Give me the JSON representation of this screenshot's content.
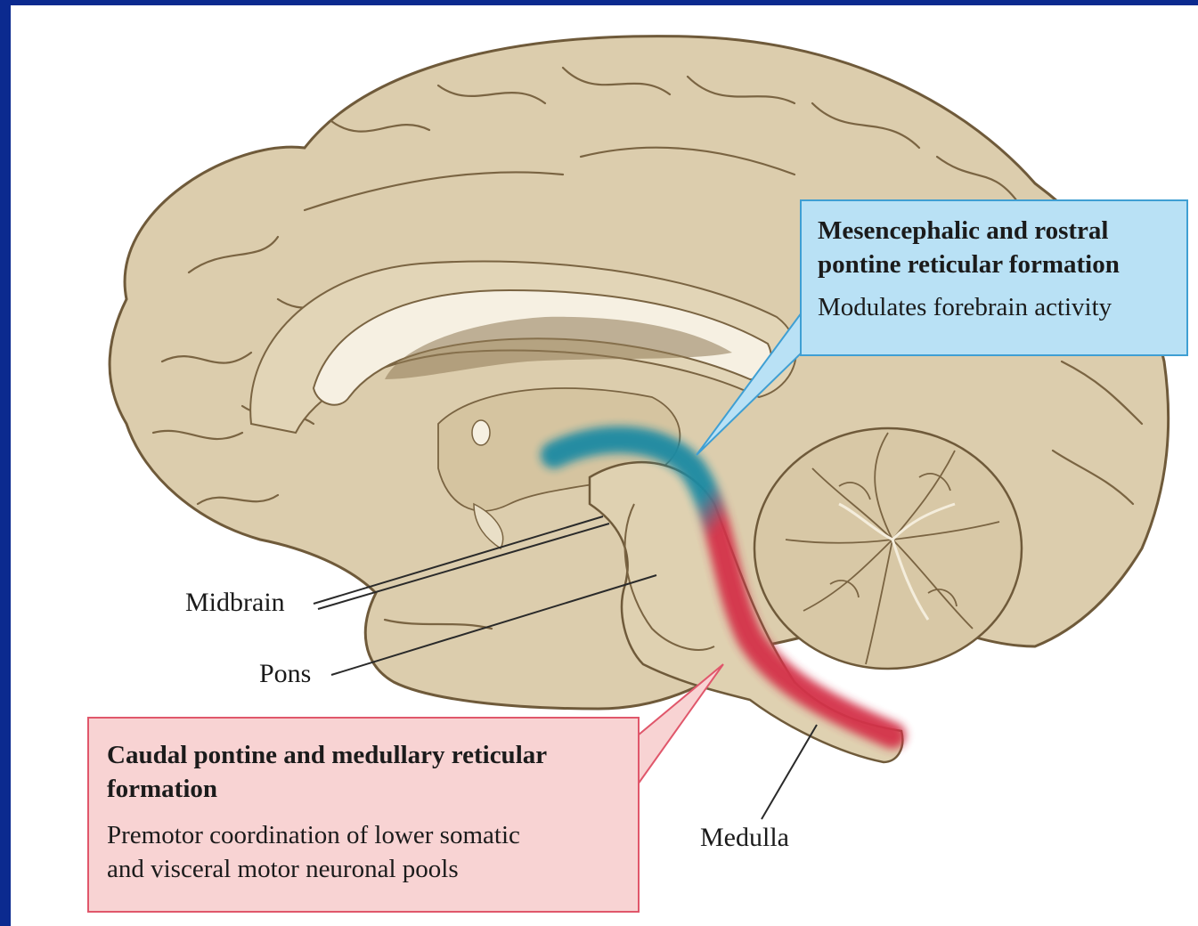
{
  "structure_labels": {
    "midbrain": "Midbrain",
    "pons": "Pons",
    "medulla": "Medulla"
  },
  "callouts": {
    "rostral": {
      "title_line1": "Mesencephalic and rostral",
      "title_line2": "pontine reticular formation",
      "body": "Modulates forebrain activity"
    },
    "caudal": {
      "title_line1": "Caudal pontine and medullary reticular",
      "title_line2": "formation",
      "body_line1": "Premotor coordination of lower somatic",
      "body_line2": "and visceral motor neuronal pools"
    }
  },
  "colors": {
    "frame_border": "#0b2a8f",
    "brain_tissue": "#dccdad",
    "rostral_highlight": "#1f8aa3",
    "caudal_highlight": "#d4324a",
    "blue_callout_fill": "#b9e1f5",
    "pink_callout_fill": "#f8d3d3"
  }
}
